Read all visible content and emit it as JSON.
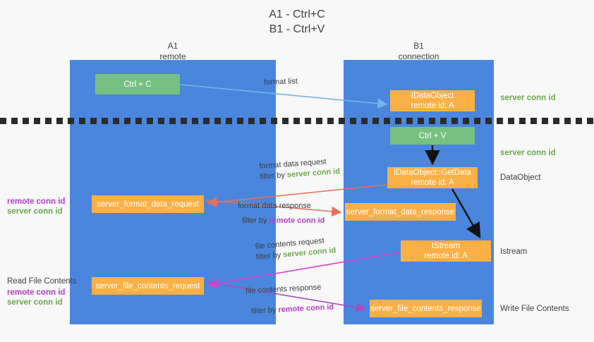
{
  "title": {
    "line1": "A1 - Ctrl+C",
    "line2": "B1 - Ctrl+V"
  },
  "lanes": [
    {
      "id": "a1",
      "name": "A1",
      "role": "remote",
      "color": "#4a86dd"
    },
    {
      "id": "b1",
      "name": "B1",
      "role": "connection",
      "color": "#4a86dd"
    }
  ],
  "nodes": {
    "ctrl_c": {
      "line1": "Ctrl + C",
      "color": "#76c082"
    },
    "idataobject": {
      "line1": "IDataObject",
      "line2": "remote id: A",
      "color": "#fbb046"
    },
    "ctrl_v": {
      "line1": "Ctrl + V",
      "color": "#76c082"
    },
    "getdata": {
      "line1": "IDataObject::GetData",
      "line2": "remote id: A",
      "color": "#fbb046"
    },
    "istream": {
      "line1": "IStream",
      "line2": "remote id: A",
      "color": "#fbb046"
    },
    "server_format_data_request": {
      "line1": "server_format_data_request",
      "color": "#fbb046"
    },
    "server_format_data_response": {
      "line1": "server_format_data_response",
      "color": "#fbb046"
    },
    "server_file_contents_request": {
      "line1": "server_file_contents_request",
      "color": "#fbb046"
    },
    "server_file_contents_response": {
      "line1": "server_file_contents_response",
      "color": "#fbb046"
    }
  },
  "right_labels": {
    "server_conn_id_top": "server conn id",
    "server_conn_id_second": "server conn id",
    "dataobject": "DataObject",
    "istream": "Istream",
    "write_file_contents": "Write File Contents"
  },
  "left_labels": {
    "group1": {
      "remote_conn_id": "remote conn id",
      "server_conn_id": "server conn id"
    },
    "group2": {
      "heading": "Read File Contents",
      "remote_conn_id": "remote conn id",
      "server_conn_id": "server conn id"
    }
  },
  "edge_labels": {
    "format_list": "format list",
    "format_data_request": {
      "line1": "format data request",
      "filter_prefix": "filter by ",
      "filter_value": "server conn id"
    },
    "format_data_response": {
      "line1": "format data response",
      "filter_prefix": "filter by ",
      "filter_value": "remote conn id"
    },
    "file_contents_request": {
      "line1": "file contents request",
      "filter_prefix": "filter by ",
      "filter_value": "server conn id"
    },
    "file_contents_response": {
      "line1": "file contents response",
      "filter_prefix": "filter by ",
      "filter_value": "remote conn id"
    }
  },
  "colors": {
    "lane_blue": "#4a86dd",
    "node_green": "#76c082",
    "node_orange": "#fbb046",
    "server_conn_id": "#6aa84f",
    "remote_conn_id": "#b43cc8",
    "arrow_light_blue": "#6fb7e8",
    "arrow_red": "#e8705a",
    "arrow_magenta": "#d83fd0",
    "arrow_purple": "#a44ec0",
    "arrow_black": "#111111",
    "dashed_line": "#2b2b2b",
    "background": "#f8f8f8"
  }
}
